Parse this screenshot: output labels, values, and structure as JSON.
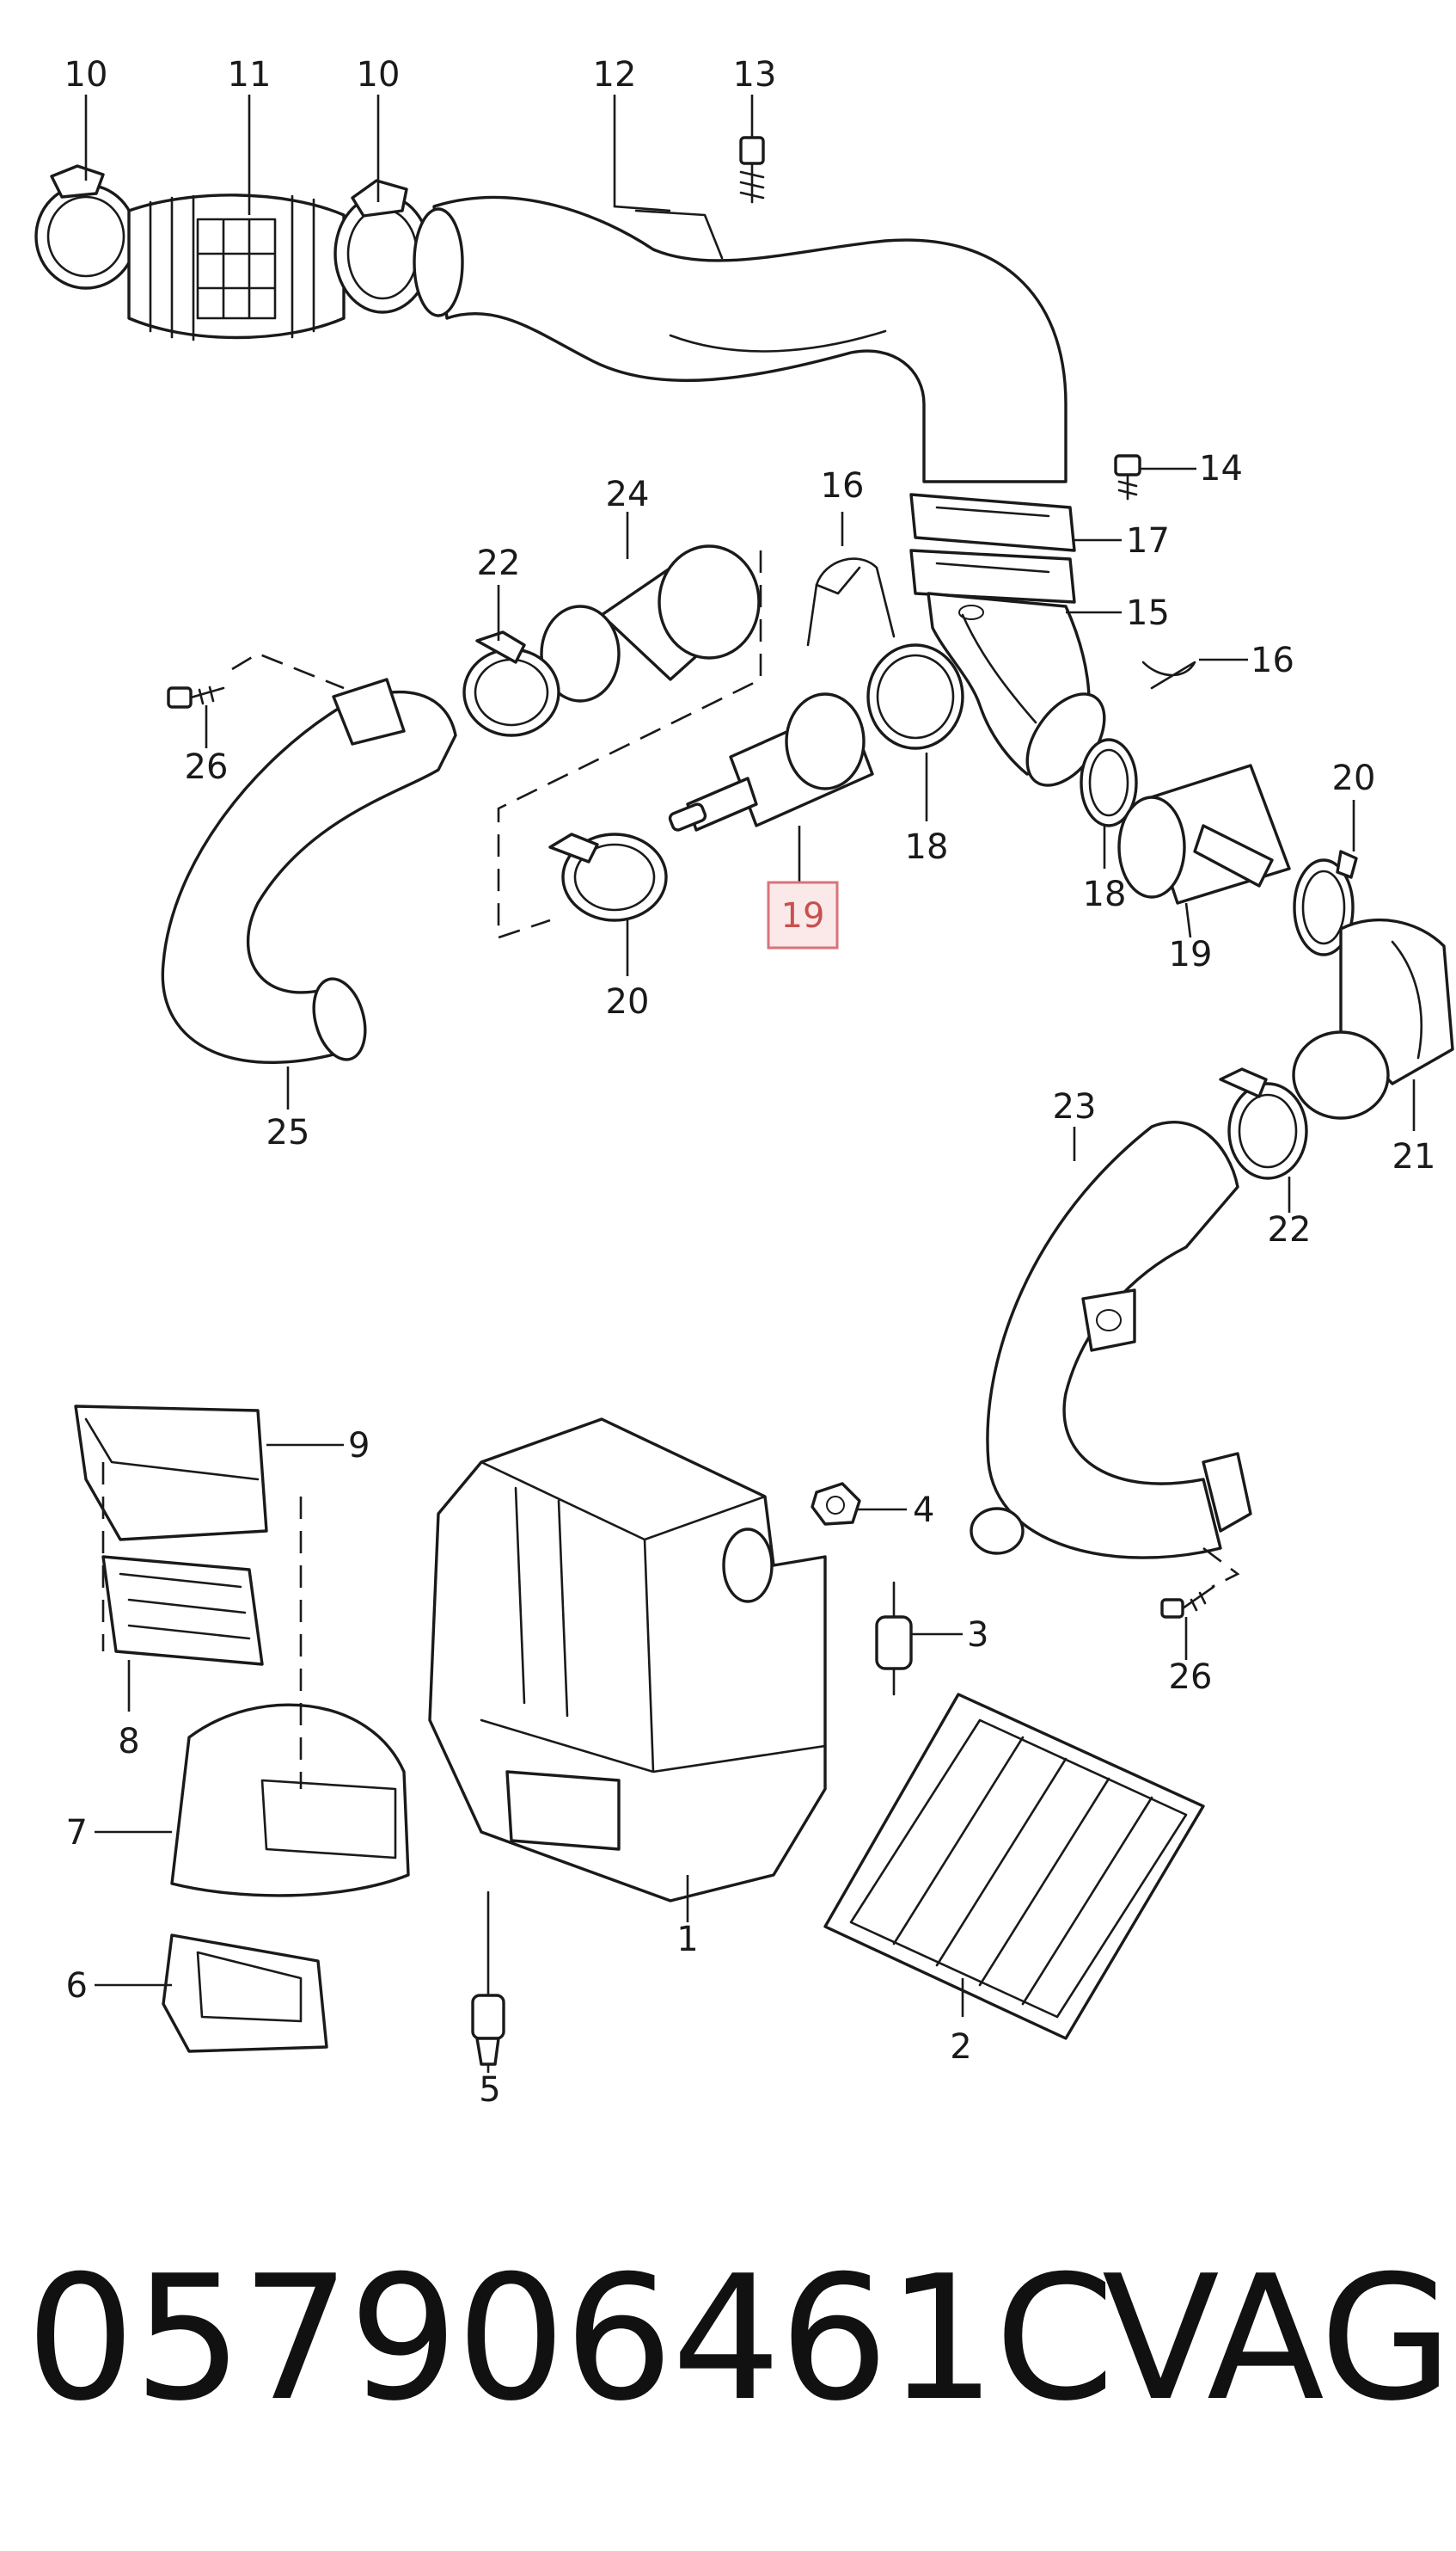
{
  "diagram": {
    "labels": {
      "l10a": "10",
      "l11": "11",
      "l10b": "10",
      "l12": "12",
      "l13": "13",
      "l14": "14",
      "l16a": "16",
      "l24": "24",
      "l22a": "22",
      "l17": "17",
      "l15": "15",
      "l16b": "16",
      "l26a": "26",
      "l18a": "18",
      "l18b": "18",
      "l19a": "19",
      "l19b": "19",
      "l20a": "20",
      "l20b": "20",
      "l25": "25",
      "l23": "23",
      "l21": "21",
      "l22b": "22",
      "l9": "9",
      "l4": "4",
      "l3": "3",
      "l26b": "26",
      "l8": "8",
      "l7": "7",
      "l6": "6",
      "l1": "1",
      "l2": "2",
      "l5": "5"
    },
    "highlighted_label": "19",
    "highlight_color": "#d9737a"
  },
  "caption": {
    "part_number": "057906461C",
    "brand": "VAG"
  }
}
